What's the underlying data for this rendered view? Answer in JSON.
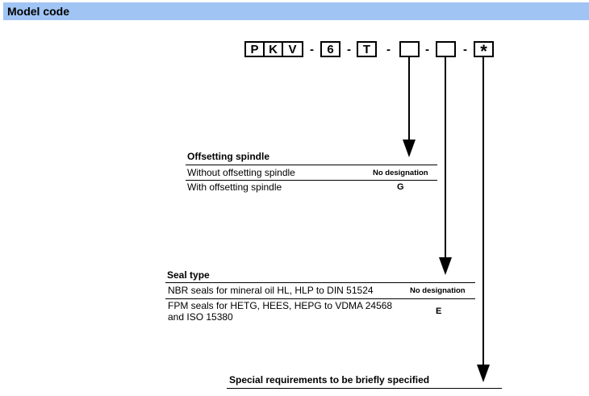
{
  "header": {
    "title": "Model code"
  },
  "code_boxes": [
    "P",
    "K",
    "V",
    "6",
    "T",
    "",
    "",
    "*"
  ],
  "dash": "-",
  "offsetting_spindle": {
    "title": "Offsetting spindle",
    "rows": [
      {
        "label": "Without offsetting spindle",
        "code": "No designation"
      },
      {
        "label": "With offsetting spindle",
        "code": "G"
      }
    ]
  },
  "seal_type": {
    "title": "Seal type",
    "rows": [
      {
        "label": "NBR seals for mineral oil HL, HLP to DIN 51524",
        "code": "No designation"
      },
      {
        "label": "FPM seals for HETG, HEES, HEPG to VDMA 24568 and ISO 15380",
        "code": "E"
      }
    ]
  },
  "special": {
    "title": "Special requirements to be briefly specified"
  }
}
